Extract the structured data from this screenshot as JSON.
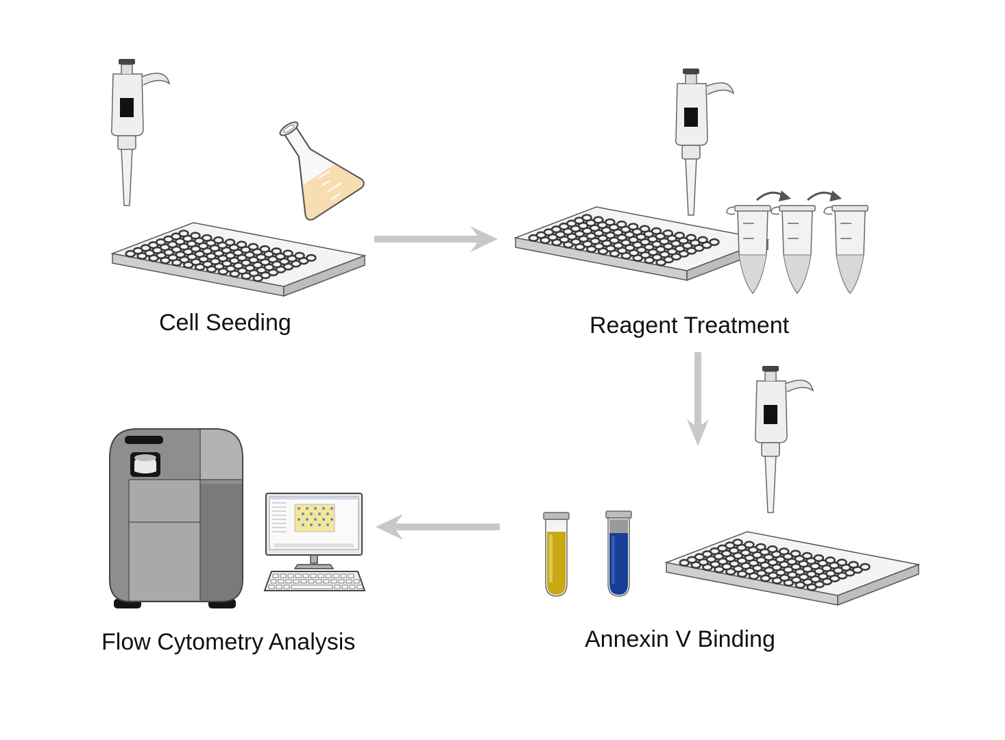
{
  "steps": [
    {
      "id": "cell-seeding",
      "label": "Cell Seeding"
    },
    {
      "id": "reagent-treatment",
      "label": "Reagent Treatment"
    },
    {
      "id": "annexin-v-binding",
      "label": "Annexin V Binding"
    },
    {
      "id": "flow-cytometry-analysis",
      "label": "Flow Cytometry Analysis"
    }
  ],
  "icons": [
    "pipette-icon",
    "well-plate-icon",
    "flask-icon",
    "microtube-icon",
    "test-tube-icon",
    "flow-cytometer-icon",
    "computer-monitor-icon",
    "keyboard-icon",
    "arrow-icon"
  ],
  "colors": {
    "arrow": "#c8c8c8",
    "flask_liquid": "#f7ddb0",
    "tube_yellow": "#c9a814",
    "tube_blue": "#173f97",
    "instrument_gray": "#9b9b9b",
    "plate_dark": "#3a3a3a"
  }
}
